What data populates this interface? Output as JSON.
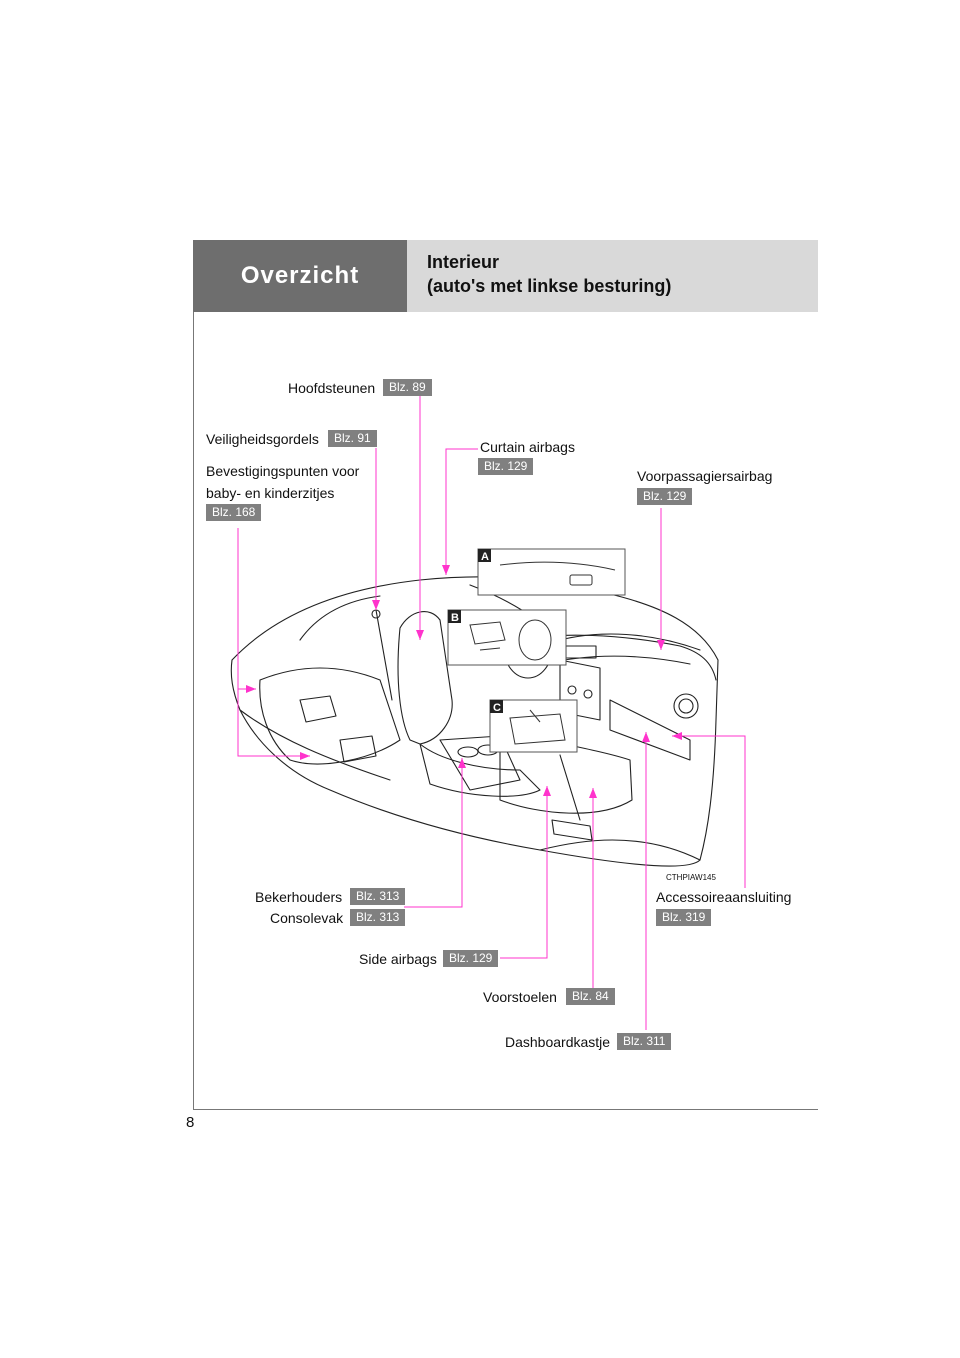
{
  "header": {
    "section": "Overzicht",
    "title_line1": "Interieur",
    "title_line2": "(auto's met linkse besturing)"
  },
  "page_number": "8",
  "image_code": "CTHPIAW145",
  "insets": {
    "a": "A",
    "b": "B",
    "c": "C"
  },
  "callouts": {
    "hoofdsteunen": {
      "label": "Hoofdsteunen",
      "page": "Blz. 89"
    },
    "veiligheidsgordels": {
      "label": "Veiligheidsgordels",
      "page": "Blz. 91"
    },
    "bevestigingspunten": {
      "label_line1": "Bevestigingspunten voor",
      "label_line2": "baby- en kinderzitjes",
      "page": "Blz. 168"
    },
    "curtain_airbags": {
      "label": "Curtain airbags",
      "page": "Blz. 129"
    },
    "voorpassagiersairbag": {
      "label": "Voorpassagiersairbag",
      "page": "Blz. 129"
    },
    "bekerhouders": {
      "label": "Bekerhouders",
      "page": "Blz. 313"
    },
    "consolevak": {
      "label": "Consolevak",
      "page": "Blz. 313"
    },
    "side_airbags": {
      "label": "Side airbags",
      "page": "Blz. 129"
    },
    "voorstoelen": {
      "label": "Voorstoelen",
      "page": "Blz. 84"
    },
    "dashboardkastje": {
      "label": "Dashboardkastje",
      "page": "Blz. 311"
    },
    "accessoireaansluiting": {
      "label": "Accessoireaansluiting",
      "page": "Blz. 319"
    }
  },
  "colors": {
    "leader_line": "#ff33cc",
    "header_dark": "#6e6e6e",
    "header_light": "#d9d9d9",
    "badge": "#808080"
  }
}
